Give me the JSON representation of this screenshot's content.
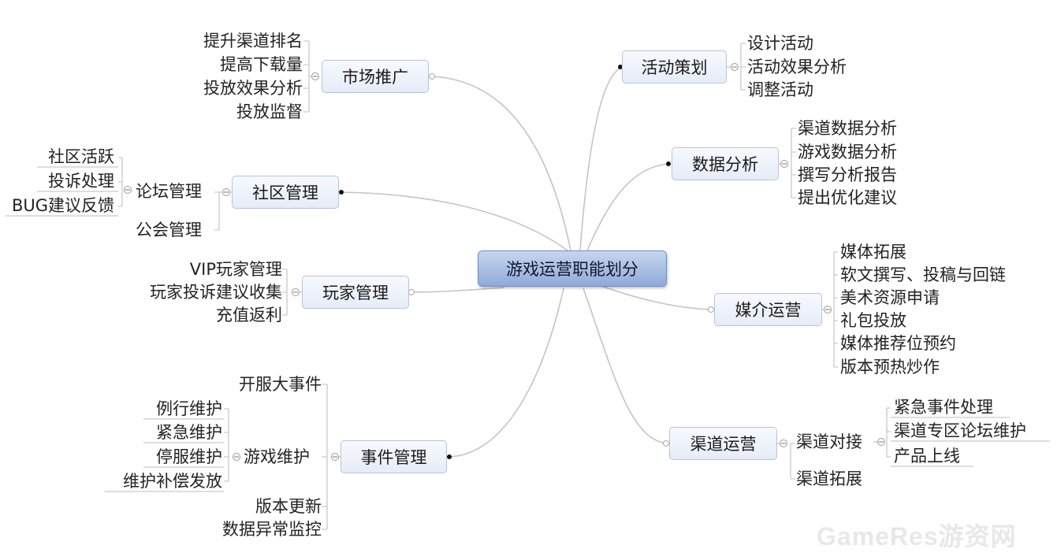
{
  "root": "游戏运营职能划分",
  "left": {
    "market": {
      "label": "市场推广",
      "items": [
        "提升渠道排名",
        "提高下载量",
        "投放效果分析",
        "投放监督"
      ]
    },
    "community": {
      "label": "社区管理",
      "forum": {
        "label": "论坛管理",
        "items": [
          "社区活跃",
          "投诉处理",
          "BUG建议反馈"
        ]
      },
      "guild": "公会管理"
    },
    "player": {
      "label": "玩家管理",
      "items": [
        "VIP玩家管理",
        "玩家投诉建议收集",
        "充值返利"
      ]
    },
    "event": {
      "label": "事件管理",
      "open": "开服大事件",
      "maintain": {
        "label": "游戏维护",
        "items": [
          "例行维护",
          "紧急维护",
          "停服维护",
          "维护补偿发放"
        ]
      },
      "version": "版本更新",
      "monitor": "数据异常监控"
    }
  },
  "right": {
    "activity": {
      "label": "活动策划",
      "items": [
        "设计活动",
        "活动效果分析",
        "调整活动"
      ]
    },
    "data": {
      "label": "数据分析",
      "items": [
        "渠道数据分析",
        "游戏数据分析",
        "撰写分析报告",
        "提出优化建议"
      ]
    },
    "media": {
      "label": "媒介运营",
      "items": [
        "媒体拓展",
        "软文撰写、投稿与回链",
        "美术资源申请",
        "礼包投放",
        "媒体推荐位预约",
        "版本预热炒作"
      ]
    },
    "channel": {
      "label": "渠道运营",
      "dock": {
        "label": "渠道对接",
        "items": [
          "紧急事件处理",
          "渠道专区论坛维护",
          "产品上线"
        ]
      },
      "expand": "渠道拓展"
    }
  },
  "watermark": "GameRes游资网"
}
